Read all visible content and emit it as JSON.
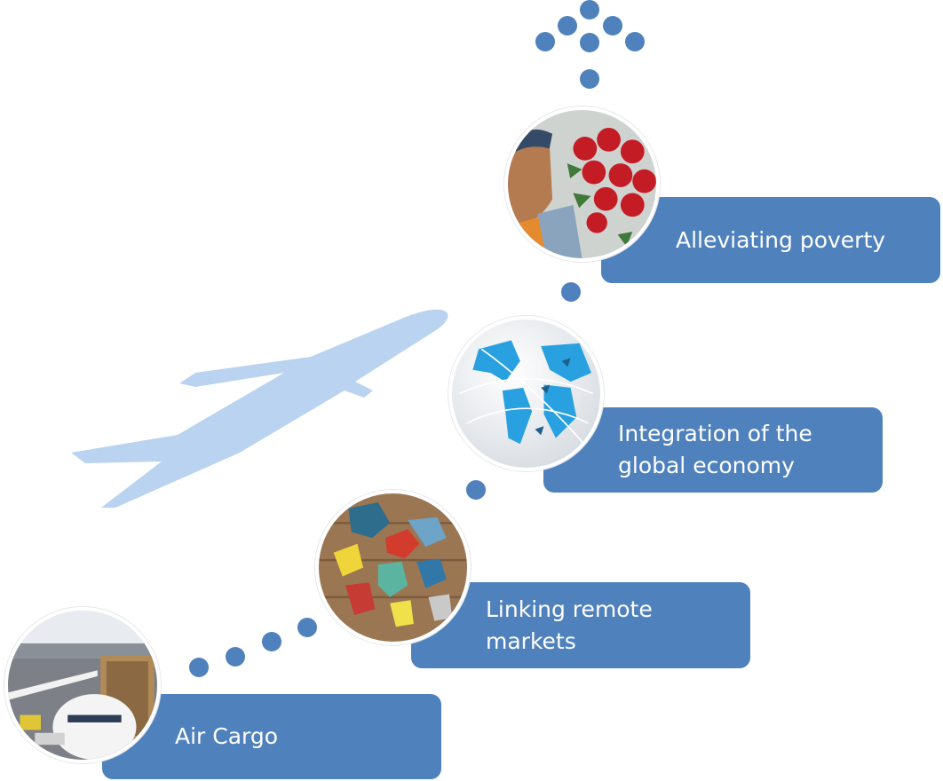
{
  "diagram": {
    "steps": [
      {
        "label": "Air Cargo",
        "image": "airport-jet-photo"
      },
      {
        "label": "Linking remote\nmarkets",
        "image": "puzzle-world-map-photo"
      },
      {
        "label": "Integration of the\nglobal economy",
        "image": "globe-with-planes-photo"
      },
      {
        "label": "Alleviating poverty",
        "image": "farmer-with-roses-photo"
      }
    ],
    "colors": {
      "box": "#4f81bd",
      "dots": "#4f81bd",
      "airplane": "#b9d3f0",
      "text": "#ffffff"
    },
    "icons": [
      "airplane-silhouette-icon",
      "dotted-arrow-up-icon"
    ]
  }
}
